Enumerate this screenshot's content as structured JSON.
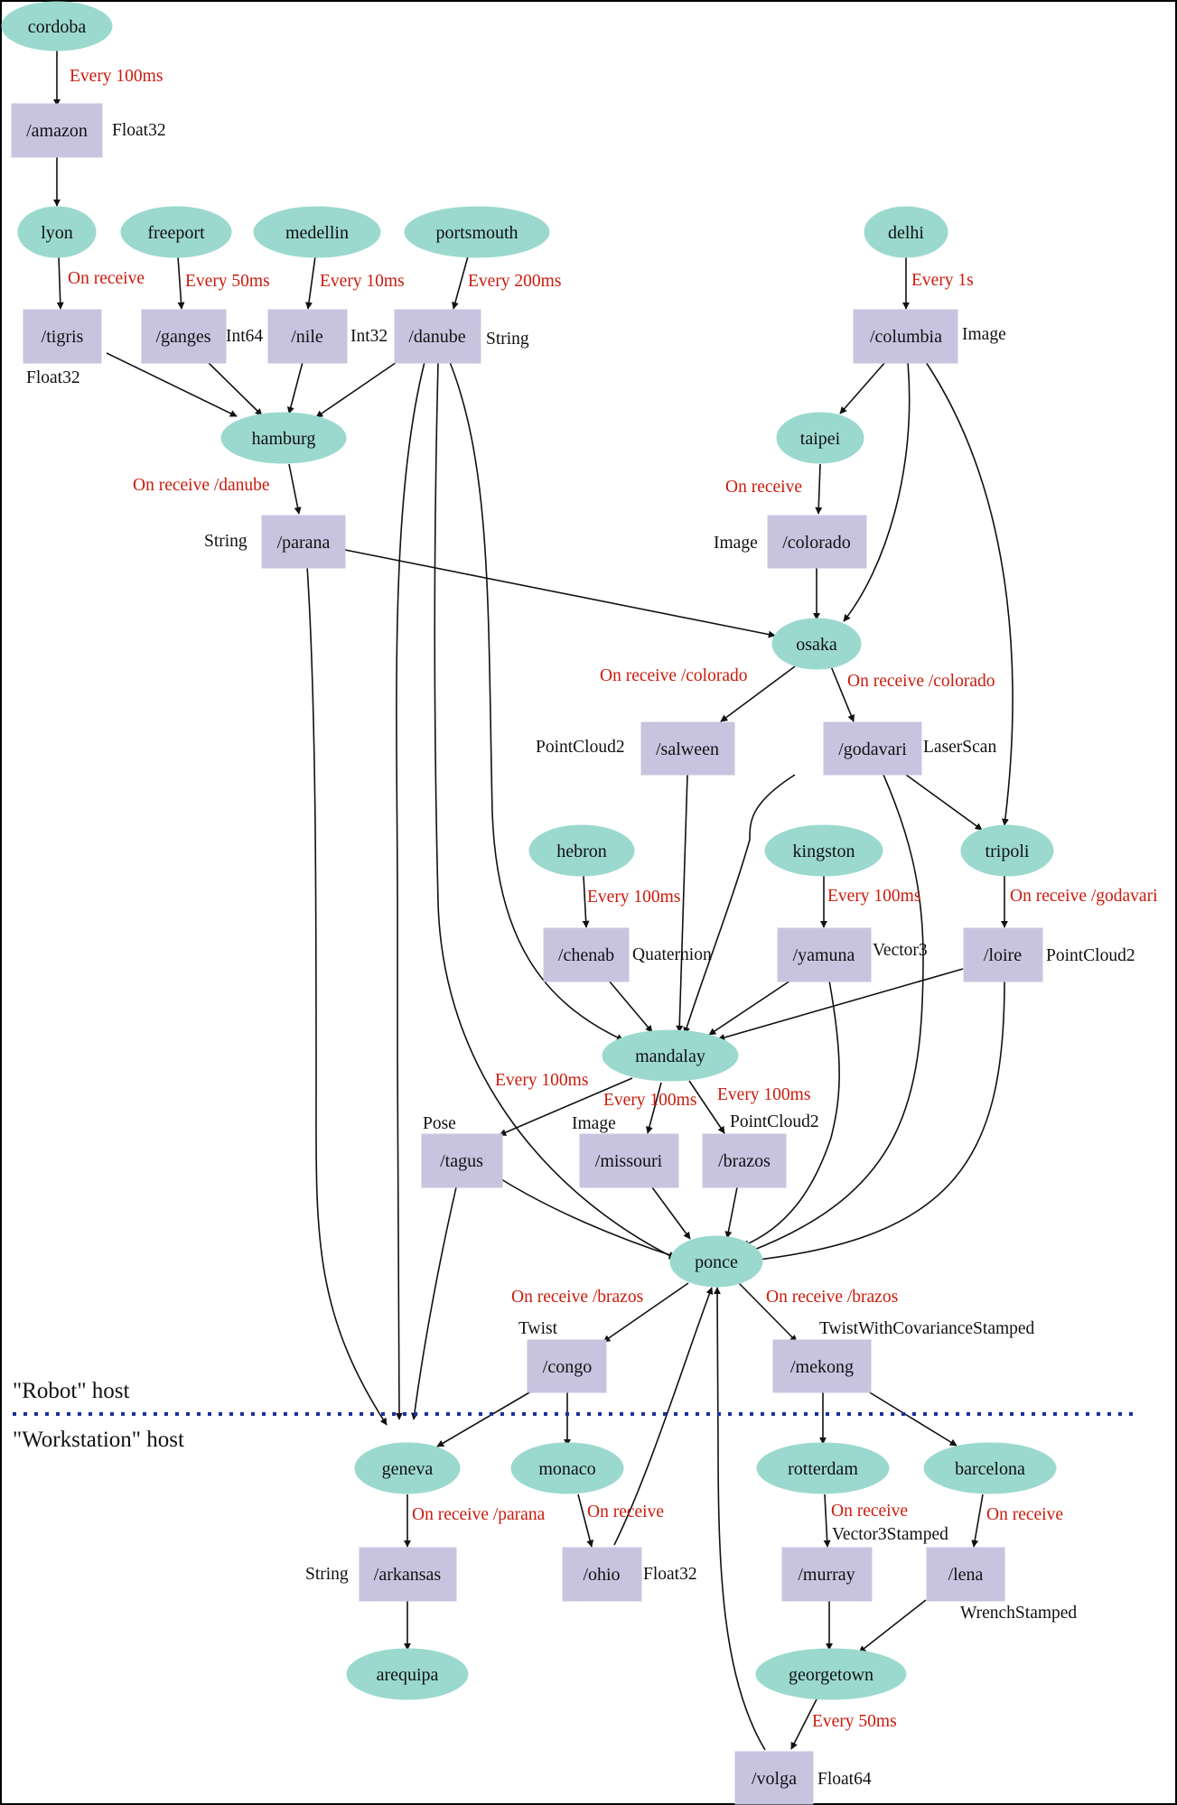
{
  "diagram": {
    "hosts": {
      "robot": "\"Robot\" host",
      "workstation": "\"Workstation\" host"
    },
    "nodes": {
      "cordoba": "cordoba",
      "lyon": "lyon",
      "freeport": "freeport",
      "medellin": "medellin",
      "portsmouth": "portsmouth",
      "delhi": "delhi",
      "hamburg": "hamburg",
      "taipei": "taipei",
      "osaka": "osaka",
      "hebron": "hebron",
      "kingston": "kingston",
      "tripoli": "tripoli",
      "mandalay": "mandalay",
      "ponce": "ponce",
      "geneva": "geneva",
      "monaco": "monaco",
      "rotterdam": "rotterdam",
      "barcelona": "barcelona",
      "arequipa": "arequipa",
      "georgetown": "georgetown"
    },
    "topics": {
      "amazon": "/amazon",
      "tigris": "/tigris",
      "ganges": "/ganges",
      "nile": "/nile",
      "danube": "/danube",
      "columbia": "/columbia",
      "parana": "/parana",
      "colorado": "/colorado",
      "salween": "/salween",
      "godavari": "/godavari",
      "chenab": "/chenab",
      "yamuna": "/yamuna",
      "loire": "/loire",
      "tagus": "/tagus",
      "missouri": "/missouri",
      "brazos": "/brazos",
      "congo": "/congo",
      "mekong": "/mekong",
      "arkansas": "/arkansas",
      "ohio": "/ohio",
      "murray": "/murray",
      "lena": "/lena",
      "volga": "/volga"
    },
    "types": {
      "amazon": "Float32",
      "tigris": "Float32",
      "ganges": "Int64",
      "nile": "Int32",
      "danube": "String",
      "columbia": "Image",
      "parana": "String",
      "colorado": "Image",
      "salween": "PointCloud2",
      "godavari": "LaserScan",
      "chenab": "Quaternion",
      "yamuna": "Vector3",
      "loire": "PointCloud2",
      "tagus": "Pose",
      "missouri": "Image",
      "brazos": "PointCloud2",
      "congo": "Twist",
      "mekong": "TwistWithCovarianceStamped",
      "arkansas": "String",
      "ohio": "Float32",
      "murray": "Vector3Stamped",
      "lena": "WrenchStamped",
      "volga": "Float64"
    },
    "triggers": {
      "cordoba": "Every 100ms",
      "lyon": "On receive",
      "freeport": "Every 50ms",
      "medellin": "Every 10ms",
      "portsmouth": "Every 200ms",
      "delhi": "Every 1s",
      "hamburg": "On receive /danube",
      "taipei": "On receive",
      "osaka_salween": "On receive /colorado",
      "osaka_godavari": "On receive /colorado",
      "hebron": "Every 100ms",
      "kingston": "Every 100ms",
      "tripoli": "On receive /godavari",
      "mandalay_tagus": "Every 100ms",
      "mandalay_missouri": "Every 100ms",
      "mandalay_brazos": "Every 100ms",
      "ponce_congo": "On receive /brazos",
      "ponce_mekong": "On receive /brazos",
      "geneva": "On receive /parana",
      "monaco": "On receive",
      "rotterdam": "On receive",
      "barcelona": "On receive",
      "georgetown": "Every 50ms"
    },
    "colors": {
      "node_fill": "#9bd9cf",
      "topic_fill": "#c8c4e0",
      "trigger_text": "#cc1a0c",
      "host_divider": "#1a2fa0",
      "frame": "#000000"
    }
  }
}
